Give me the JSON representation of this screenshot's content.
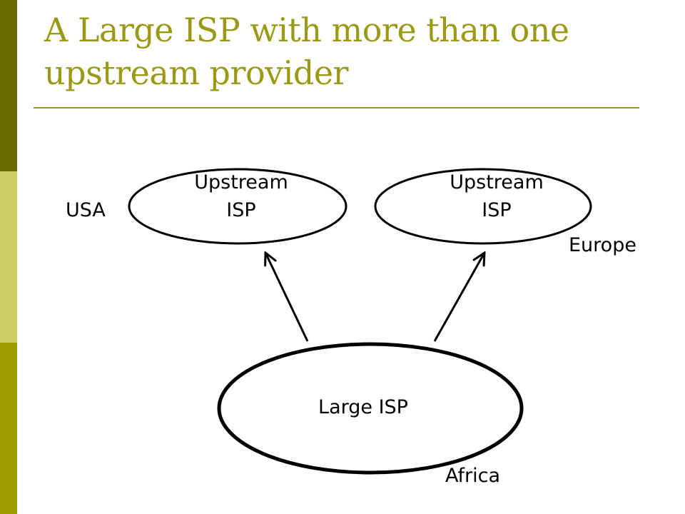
{
  "slide": {
    "title_line_1": "A Large ISP with more than one",
    "title_line_2": "upstream provider"
  },
  "theme": {
    "title_color": "#9a9a16",
    "bar_top": "#6b6b00",
    "bar_mid": "#cdcd66",
    "bar_bottom": "#9c9c00",
    "rule_color": "#9a9a16",
    "stroke_color": "#000000"
  },
  "diagram": {
    "nodes": {
      "upstream_left": {
        "line_1": "Upstream",
        "line_2": "ISP"
      },
      "upstream_right": {
        "line_1": "Upstream",
        "line_2": "ISP"
      },
      "large_isp": {
        "label": "Large ISP"
      }
    },
    "regions": {
      "usa": "USA",
      "europe": "Europe",
      "africa": "Africa"
    },
    "edges": [
      {
        "from": "large_isp",
        "to": "upstream_left"
      },
      {
        "from": "large_isp",
        "to": "upstream_right"
      }
    ]
  }
}
